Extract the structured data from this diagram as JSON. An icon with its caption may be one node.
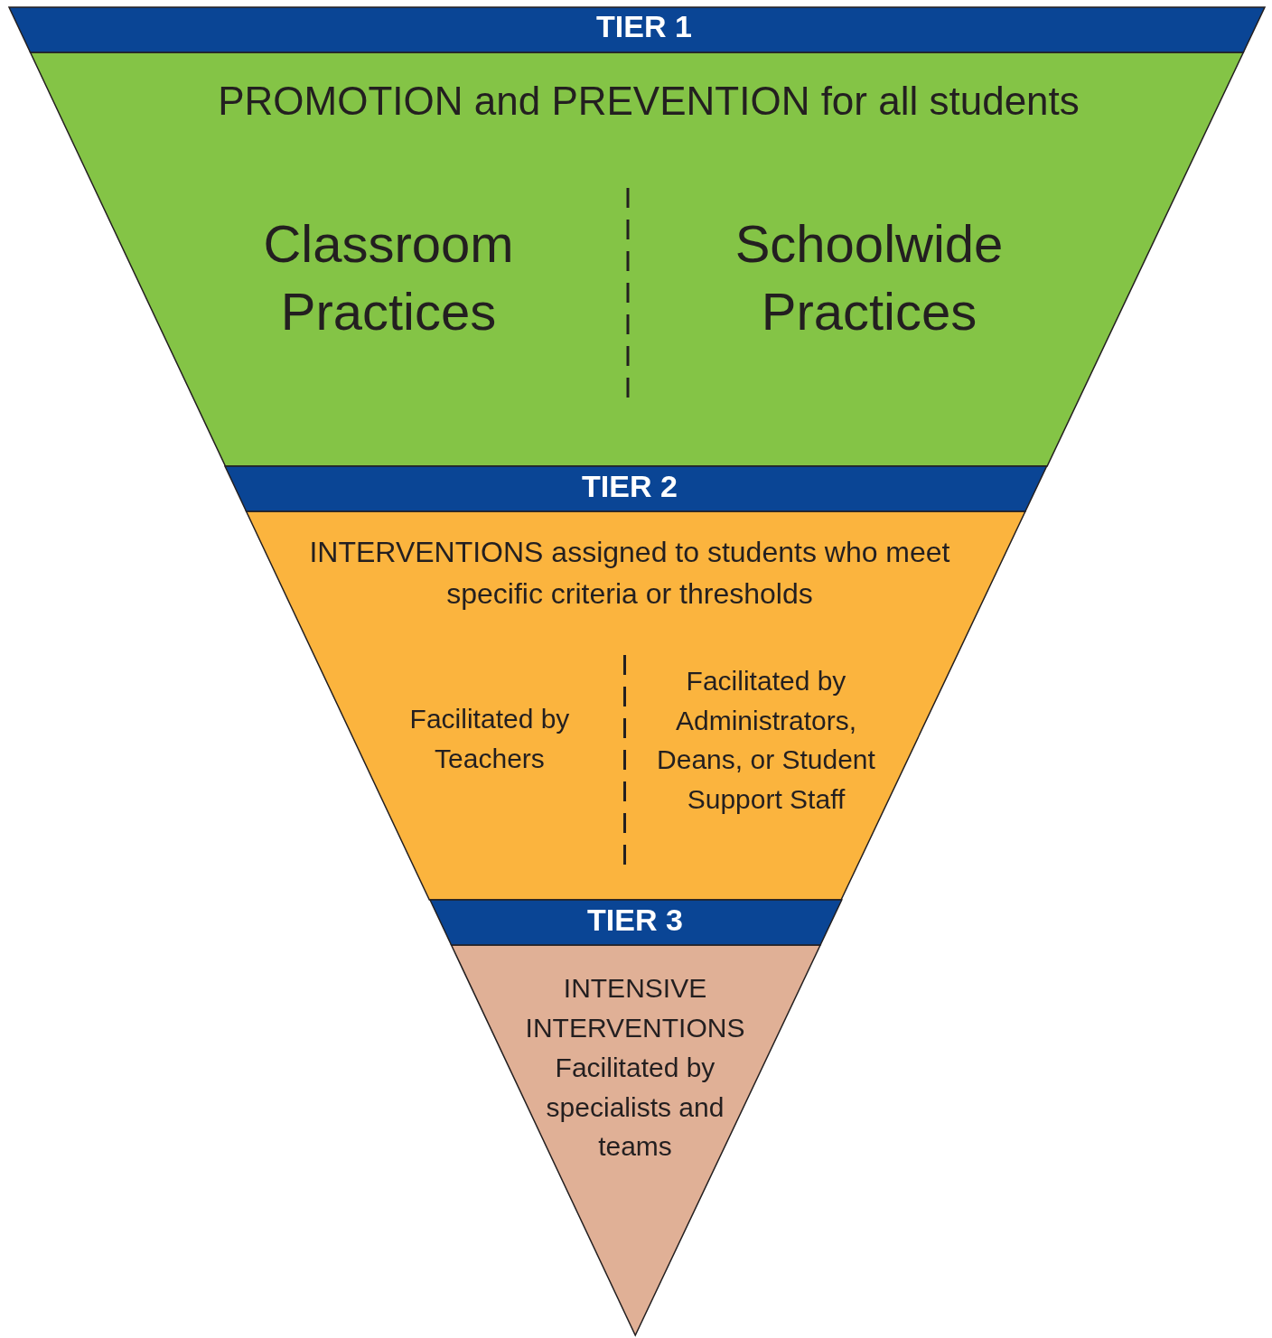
{
  "diagram": {
    "nodes": [
      {
        "text": [
          "TIER 1",
          "PROMOTION and PREVENTION for all students",
          "Classroom Practices",
          "Schoolwide Practices"
        ]
      },
      {
        "text": [
          "TIER 2",
          "INTERVENTIONS assigned to students who meet specific criteria or thresholds",
          "Facilitated by Teachers",
          "Facilitated by Administrators, Deans, or Student Support Staff"
        ]
      },
      {
        "text": [
          "TIER 3",
          "INTENSIVE INTERVENTIONS",
          "Facilitated by specialists and teams"
        ]
      }
    ]
  }
}
